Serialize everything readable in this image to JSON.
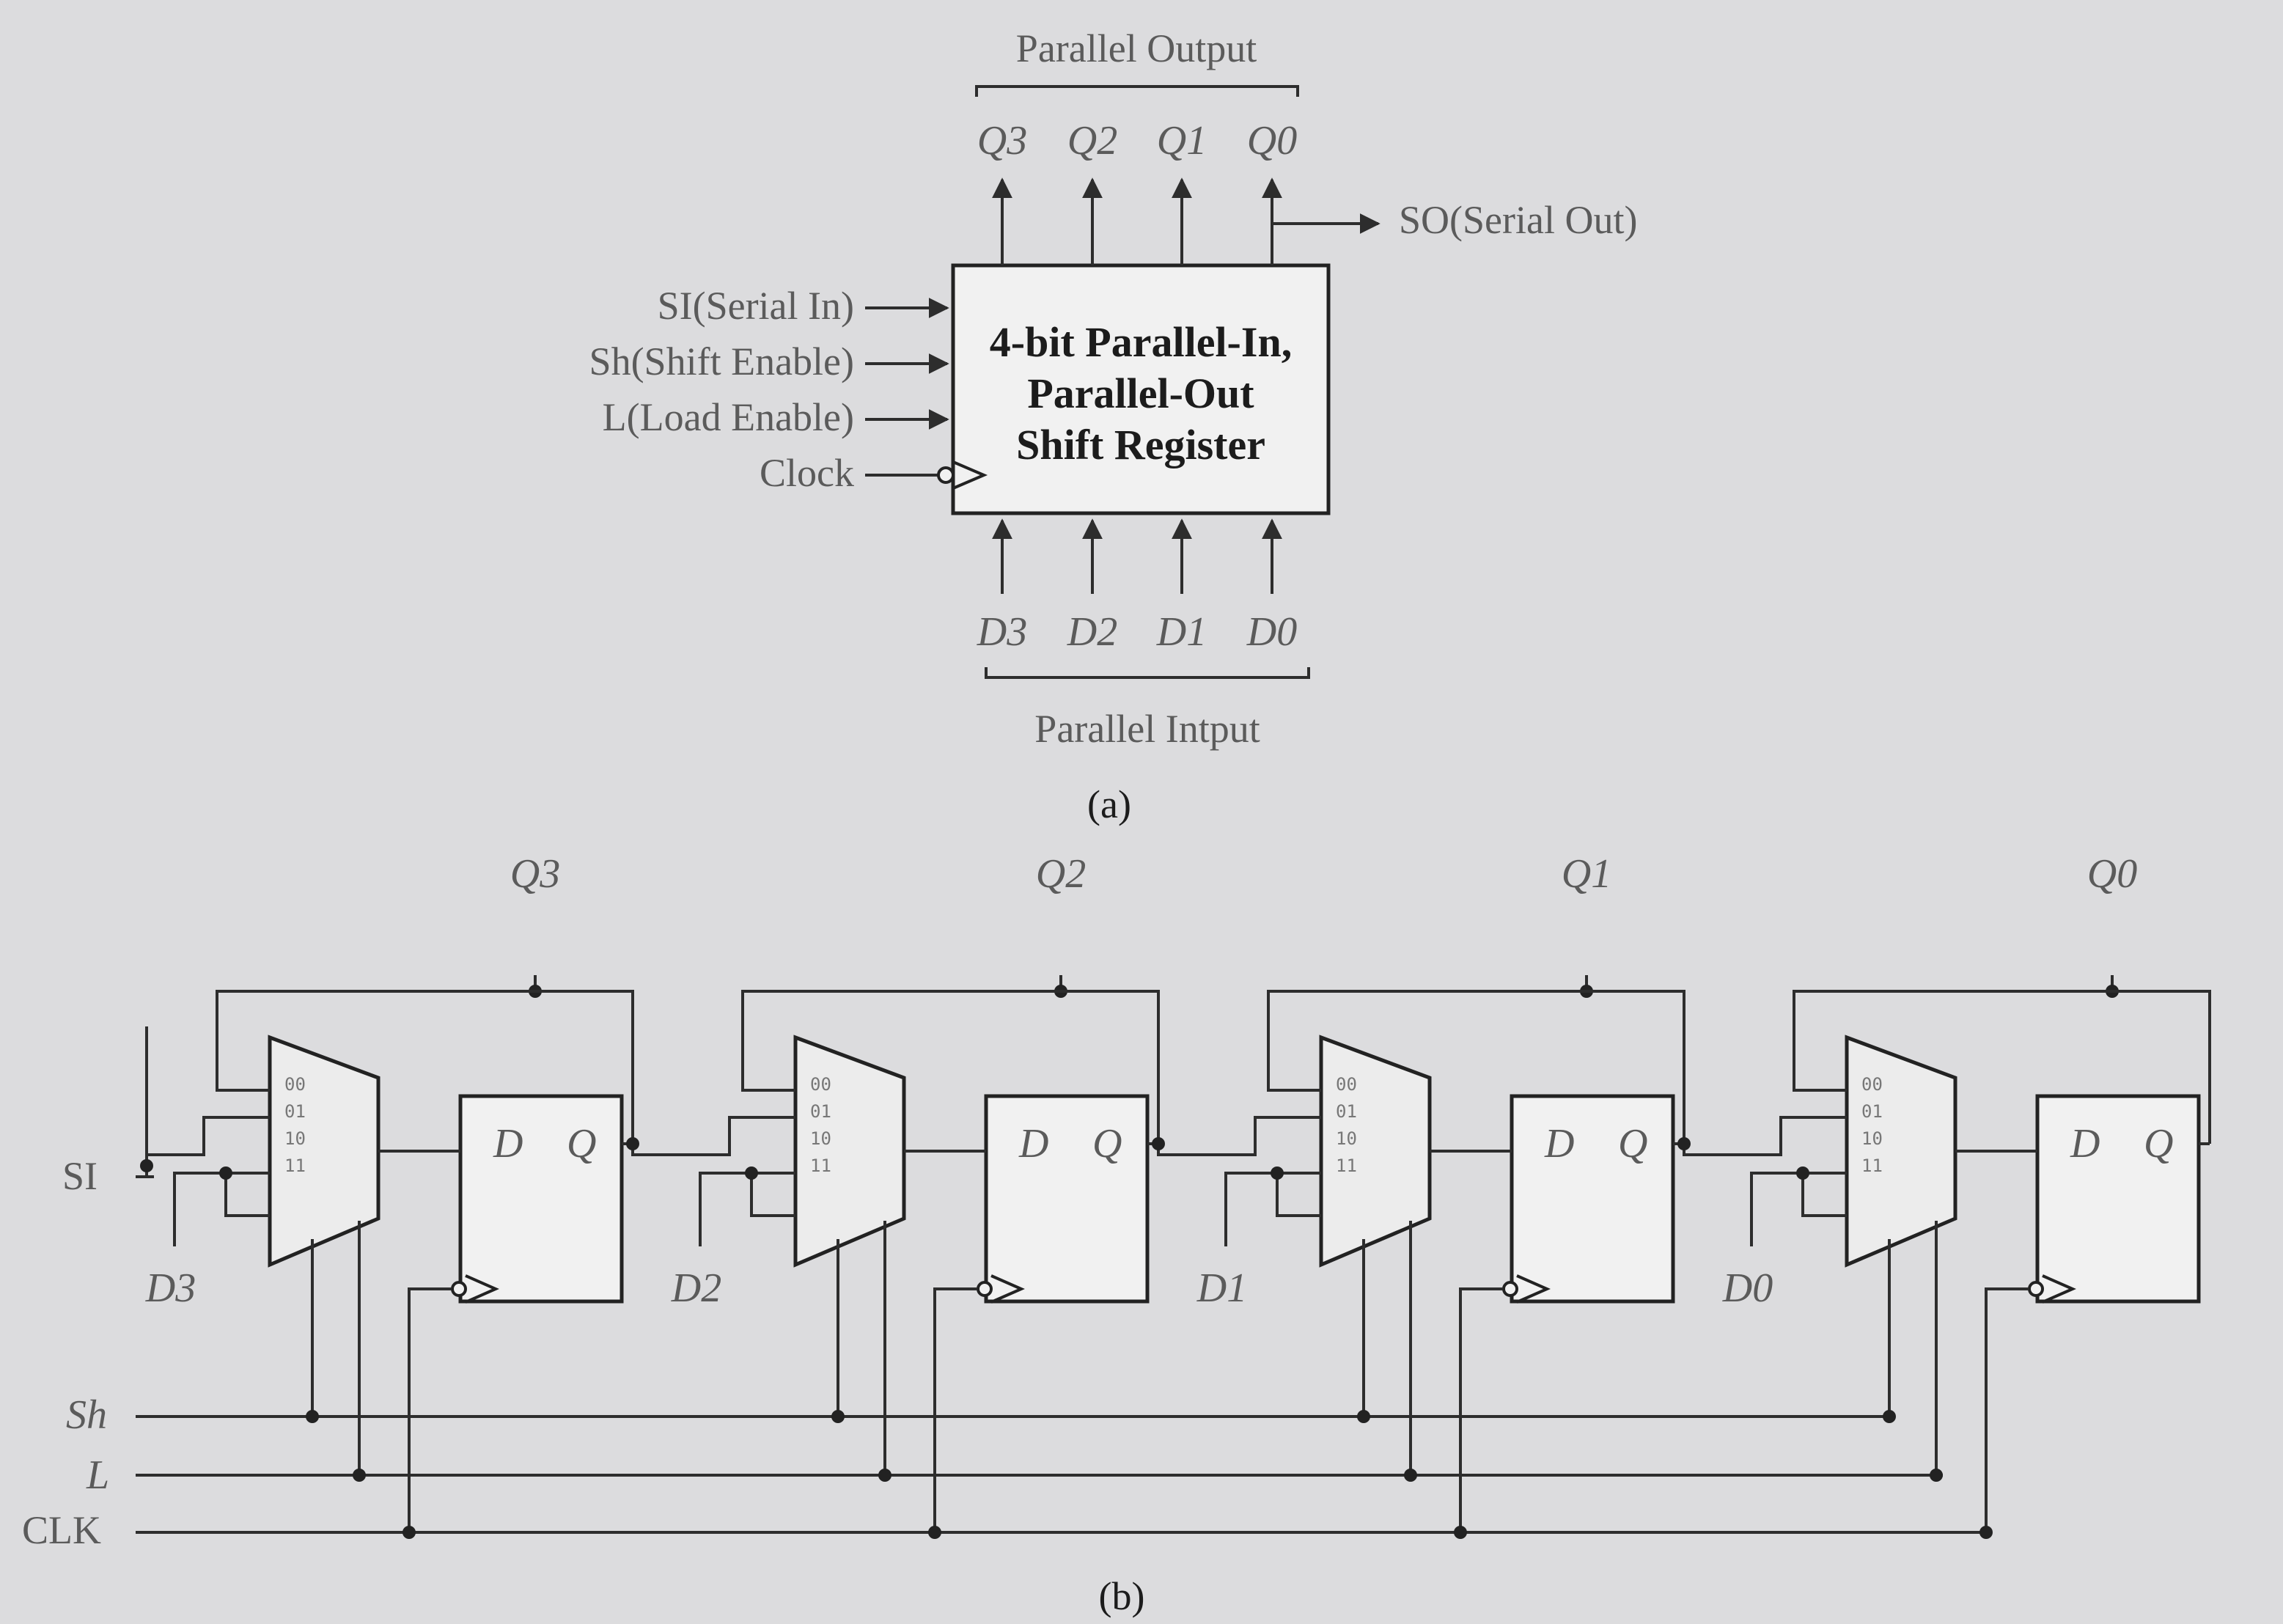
{
  "part_a": {
    "caption": "(a)",
    "block_title": [
      "4-bit Parallel-In,",
      "Parallel-Out",
      "Shift Register"
    ],
    "parallel_output_label": "Parallel Output",
    "parallel_input_label": "Parallel Intput",
    "outputs": [
      "Q3",
      "Q2",
      "Q1",
      "Q0"
    ],
    "inputs_bottom": [
      "D3",
      "D2",
      "D1",
      "D0"
    ],
    "serial_out_label": "SO(Serial Out)",
    "left_inputs": {
      "si": "SI(Serial In)",
      "sh": "Sh(Shift Enable)",
      "l": "L(Load Enable)",
      "clock": "Clock"
    }
  },
  "part_b": {
    "caption": "(b)",
    "si_label": "SI",
    "sh_label": "Sh",
    "l_label": "L",
    "clk_label": "CLK",
    "mux_inputs": [
      "00",
      "01",
      "10",
      "11"
    ],
    "ff_d": "D",
    "ff_q": "Q",
    "stages": [
      {
        "q": "Q3",
        "d": "D3"
      },
      {
        "q": "Q2",
        "d": "D2"
      },
      {
        "q": "Q1",
        "d": "D1"
      },
      {
        "q": "Q0",
        "d": "D0"
      }
    ]
  }
}
